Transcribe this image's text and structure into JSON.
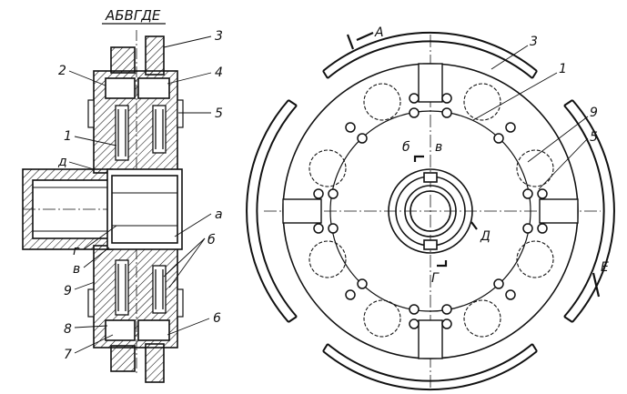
{
  "section_title": "АБВГДЕ",
  "left_view": {
    "callouts": [
      {
        "key": "p3",
        "text": "3"
      },
      {
        "key": "p2",
        "text": "2"
      },
      {
        "key": "p4",
        "text": "4"
      },
      {
        "key": "p5",
        "text": "5"
      },
      {
        "key": "p1",
        "text": "1"
      },
      {
        "key": "pd",
        "text": "д"
      },
      {
        "key": "pa",
        "text": "а"
      },
      {
        "key": "pg",
        "text": "г"
      },
      {
        "key": "pv",
        "text": "в"
      },
      {
        "key": "pb",
        "text": "б"
      },
      {
        "key": "p9",
        "text": "9"
      },
      {
        "key": "p8",
        "text": "8"
      },
      {
        "key": "p6",
        "text": "6"
      },
      {
        "key": "p7",
        "text": "7"
      }
    ]
  },
  "right_view": {
    "callouts": [
      {
        "key": "A",
        "text": "А"
      },
      {
        "key": "p3",
        "text": "3"
      },
      {
        "key": "p1",
        "text": "1"
      },
      {
        "key": "p9",
        "text": "9"
      },
      {
        "key": "p5",
        "text": "5"
      },
      {
        "key": "b",
        "text": "б"
      },
      {
        "key": "v",
        "text": "в"
      },
      {
        "key": "D",
        "text": "Д"
      },
      {
        "key": "G",
        "text": "Г"
      },
      {
        "key": "E",
        "text": "Е"
      }
    ]
  },
  "colors": {
    "ink": "#111111",
    "paper": "#ffffff"
  }
}
